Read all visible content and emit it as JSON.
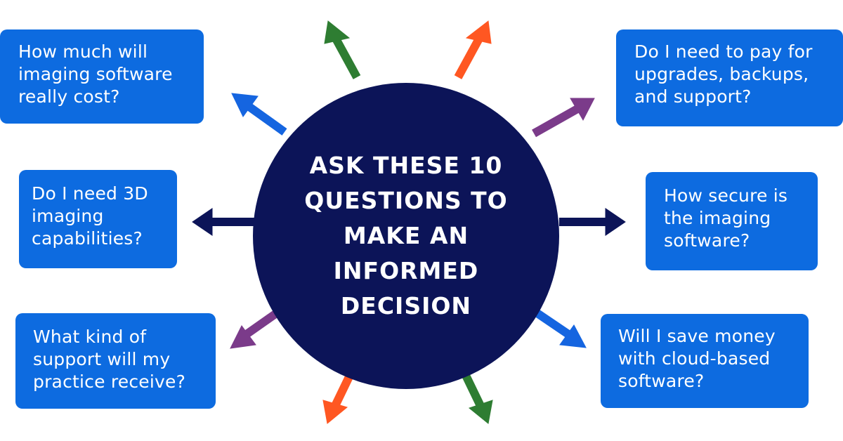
{
  "title_lines": [
    "ASK THESE 10",
    "QUESTIONS TO",
    "MAKE AN",
    "INFORMED",
    "DECISION"
  ],
  "questions": {
    "cost": [
      "How much will",
      "imaging software",
      "really cost?"
    ],
    "imaging_3d": [
      "Do I need 3D",
      "imaging",
      "capabilities?"
    ],
    "support": [
      "What kind of",
      "support will my",
      "practice receive?"
    ],
    "upgrades": [
      "Do I need to pay for",
      "upgrades, backups,",
      "and support?"
    ],
    "security": [
      "How secure is",
      "the imaging",
      "software?"
    ],
    "cloud": [
      "Will I save money",
      "with cloud-based",
      "software?"
    ]
  },
  "colors": {
    "circle": "#0c1458",
    "box": "#0d6be0",
    "navy_arrow": "#0c1458",
    "green_arrow": "#2e7d32",
    "orange_arrow": "#ff5722",
    "purple_arrow": "#7b3b8a",
    "blue_arrow": "#1565e0"
  }
}
